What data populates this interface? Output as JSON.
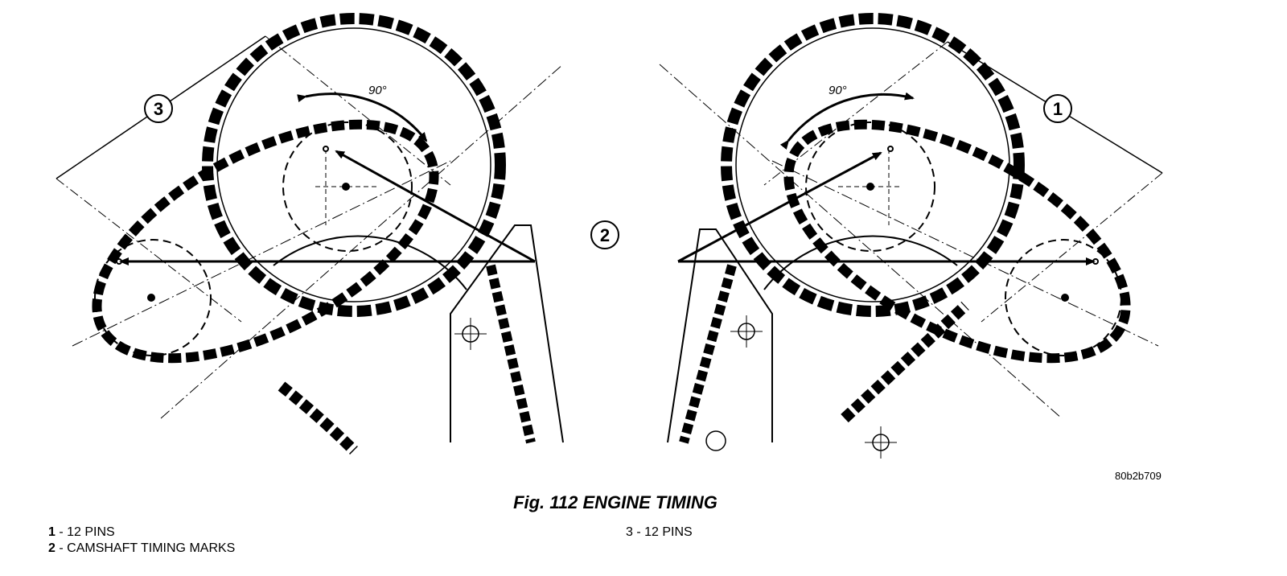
{
  "figure": {
    "reference_code": "80b2b709",
    "caption": "Fig. 112 ENGINE TIMING"
  },
  "callouts": [
    {
      "number": "1"
    },
    {
      "number": "2"
    },
    {
      "number": "3"
    }
  ],
  "angle_label": "90°",
  "legend": [
    {
      "number": "1",
      "text": "- 12 PINS"
    },
    {
      "number": "2",
      "text": "- CAMSHAFT TIMING MARKS"
    },
    {
      "number": "3",
      "text": "- 12 PINS"
    }
  ]
}
